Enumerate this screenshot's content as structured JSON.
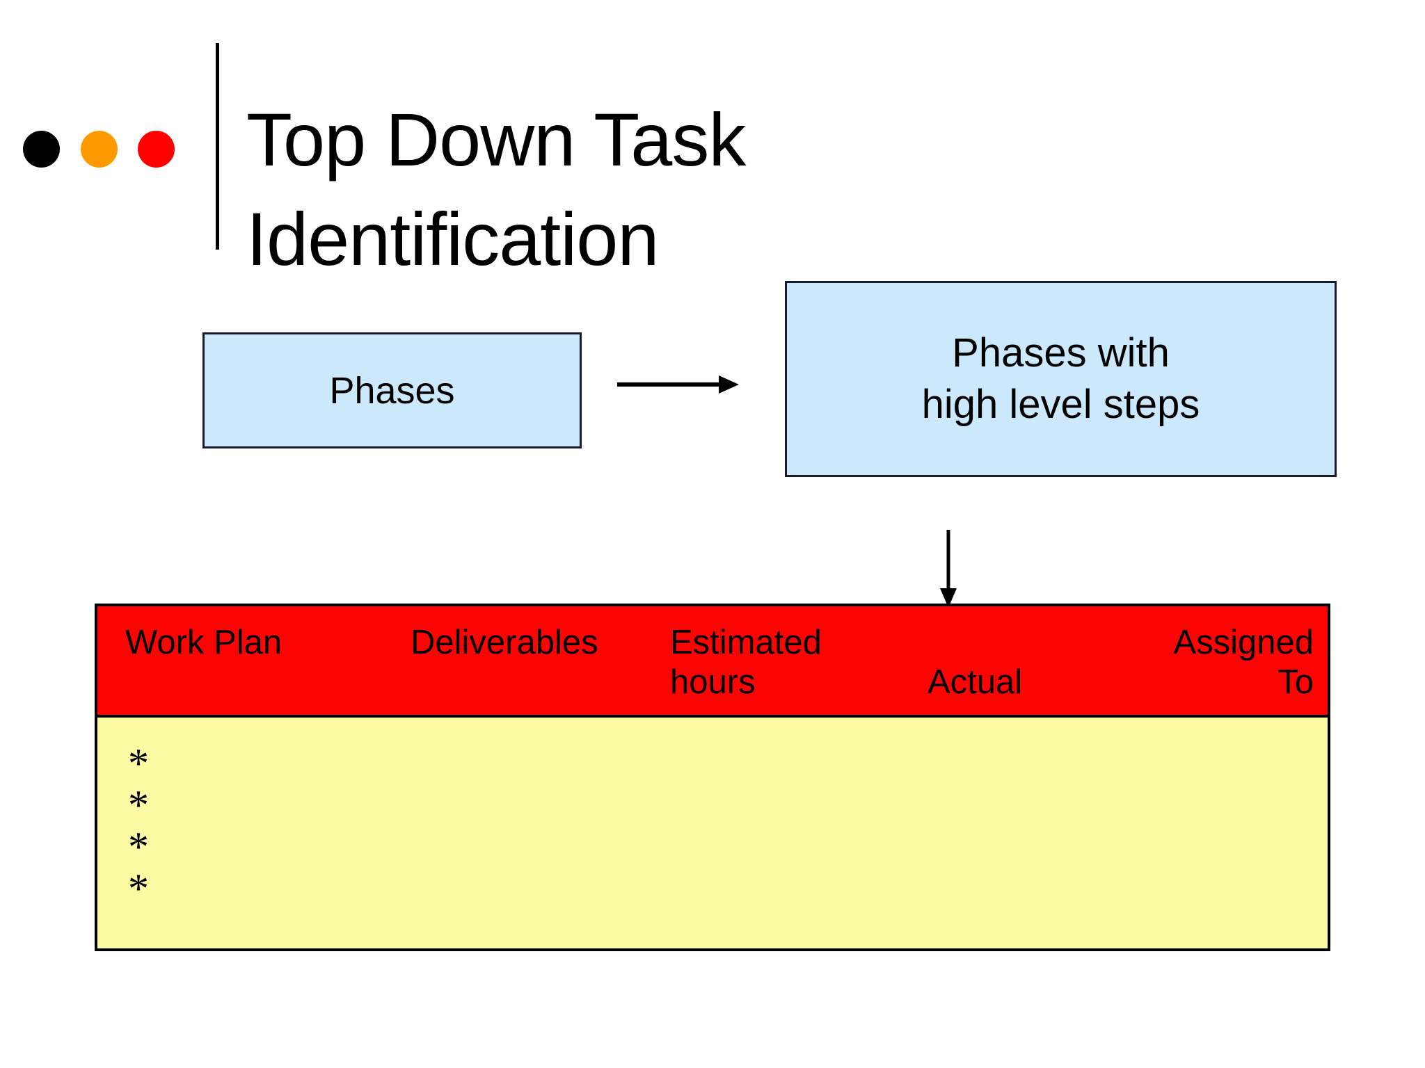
{
  "slide": {
    "title": "Top Down Task\nIdentification",
    "background_color": "#ffffff",
    "bullets": [
      {
        "name": "bullet-dot-black",
        "color": "#000000"
      },
      {
        "name": "bullet-dot-orange",
        "color": "#ff9900"
      },
      {
        "name": "bullet-dot-red",
        "color": "#ff0000"
      }
    ]
  },
  "diagram": {
    "box_fill_color": "#cce9fc",
    "box_border_color": "#1a1a2e",
    "boxes": [
      {
        "id": "phases",
        "label": "Phases"
      },
      {
        "id": "phases-with-steps",
        "label": "Phases with\nhigh level steps"
      }
    ],
    "arrows": [
      {
        "id": "arrow-right",
        "direction": "right"
      },
      {
        "id": "arrow-down",
        "direction": "down"
      }
    ]
  },
  "table": {
    "header_fill_color": "#fb0404",
    "body_fill_color": "#fbfba4",
    "border_color": "#000000",
    "columns": [
      {
        "key": "work_plan",
        "label": "Work Plan"
      },
      {
        "key": "deliverables",
        "label": "Deliverables"
      },
      {
        "key": "estimated_hours",
        "label": "Estimated\nhours"
      },
      {
        "key": "actual_hours_1",
        "label": "Actual"
      },
      {
        "key": "actual_hours_2",
        "label": "hours"
      },
      {
        "key": "assigned_to",
        "label": "Assigned\nTo"
      }
    ],
    "rows": [
      {
        "marker": "*"
      },
      {
        "marker": "*"
      },
      {
        "marker": "*"
      },
      {
        "marker": "*"
      }
    ]
  }
}
